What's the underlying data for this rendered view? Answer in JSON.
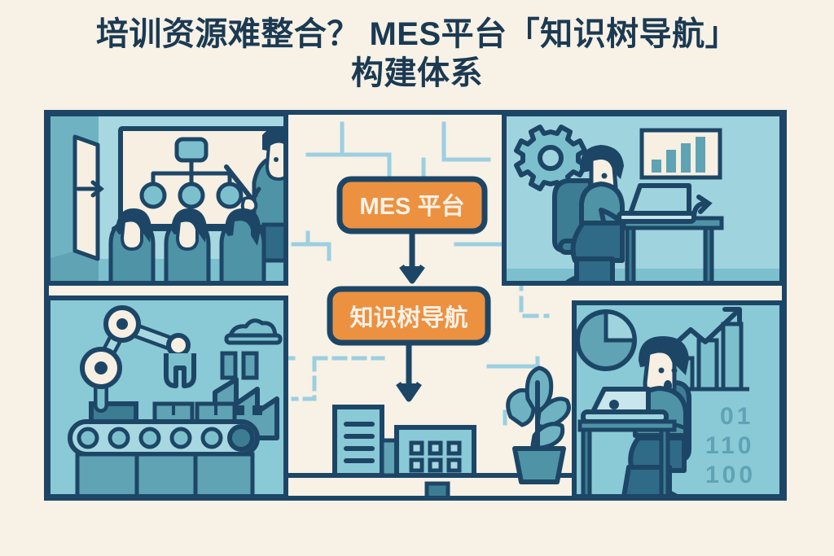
{
  "page": {
    "background_color": "#f7f1e6",
    "title_color": "#1b3a52",
    "title_line1": "培训资源难整合？ MES平台「知识树导航」",
    "title_line2": "构建体系",
    "title_full": "培训资源难整合？ MES平台「知识树导航」构建体系"
  },
  "palette": {
    "cream": "#f7f1e6",
    "ink": "#1d4666",
    "ink_dark": "#1b3a52",
    "teal_light": "#a7d7e0",
    "teal_mid": "#7cc0ce",
    "teal_dark": "#5fa3b4",
    "teal_deep": "#3d7d93",
    "slate": "#356a85",
    "orange": "#ec9140",
    "trace_blue": "#9ccfe0",
    "board_cream": "#f6efe2"
  },
  "flow": {
    "node_platform": "MES 平台",
    "node_knowledge_tree": "知识树导航",
    "arrow_label": "flow-arrow-down"
  },
  "panels": [
    {
      "id": "training-room",
      "name": "培训教室",
      "position": "top-left",
      "elements": [
        "door-with-arrow",
        "whiteboard-tree-diagram",
        "instructor-with-pointer",
        "student-1",
        "student-2",
        "student-3"
      ],
      "tree_diagram": {
        "root_nodes": 1,
        "child_nodes": 3
      }
    },
    {
      "id": "office-analytics",
      "name": "办公分析",
      "position": "top-right",
      "elements": [
        "gear-icon",
        "worker-at-laptop",
        "office-chair",
        "desk",
        "bar-chart-poster",
        "arrow-icon"
      ],
      "bar_chart_poster": {
        "bars": 4,
        "heights": [
          30,
          52,
          68,
          88
        ]
      }
    },
    {
      "id": "factory-line",
      "name": "自动化产线",
      "position": "bottom-left",
      "elements": [
        "robotic-arm",
        "conveyor-belt",
        "box-1",
        "box-2",
        "factory-building",
        "smoke-cloud"
      ],
      "conveyor_rollers": 5
    },
    {
      "id": "data-analyst",
      "name": "数据分析",
      "position": "bottom-right",
      "elements": [
        "pie-chart-icon",
        "analyst-at-laptop",
        "growth-arrow",
        "bar-chart",
        "binary-digits"
      ],
      "bar_chart": {
        "bars": 3,
        "heights": [
          44,
          68,
          96
        ]
      },
      "binary_lines": [
        "01",
        "110",
        "100"
      ]
    },
    {
      "id": "enterprise-center",
      "name": "企业中心",
      "position": "bottom-center",
      "elements": [
        "tall-building",
        "main-building",
        "potted-plant",
        "ground-line"
      ],
      "building_windows": 6,
      "tall_building_lines": 4
    }
  ],
  "circuit_traces": {
    "style": "solid and dashed L-shaped lines",
    "color": "#9ccfe0",
    "count": 12
  }
}
